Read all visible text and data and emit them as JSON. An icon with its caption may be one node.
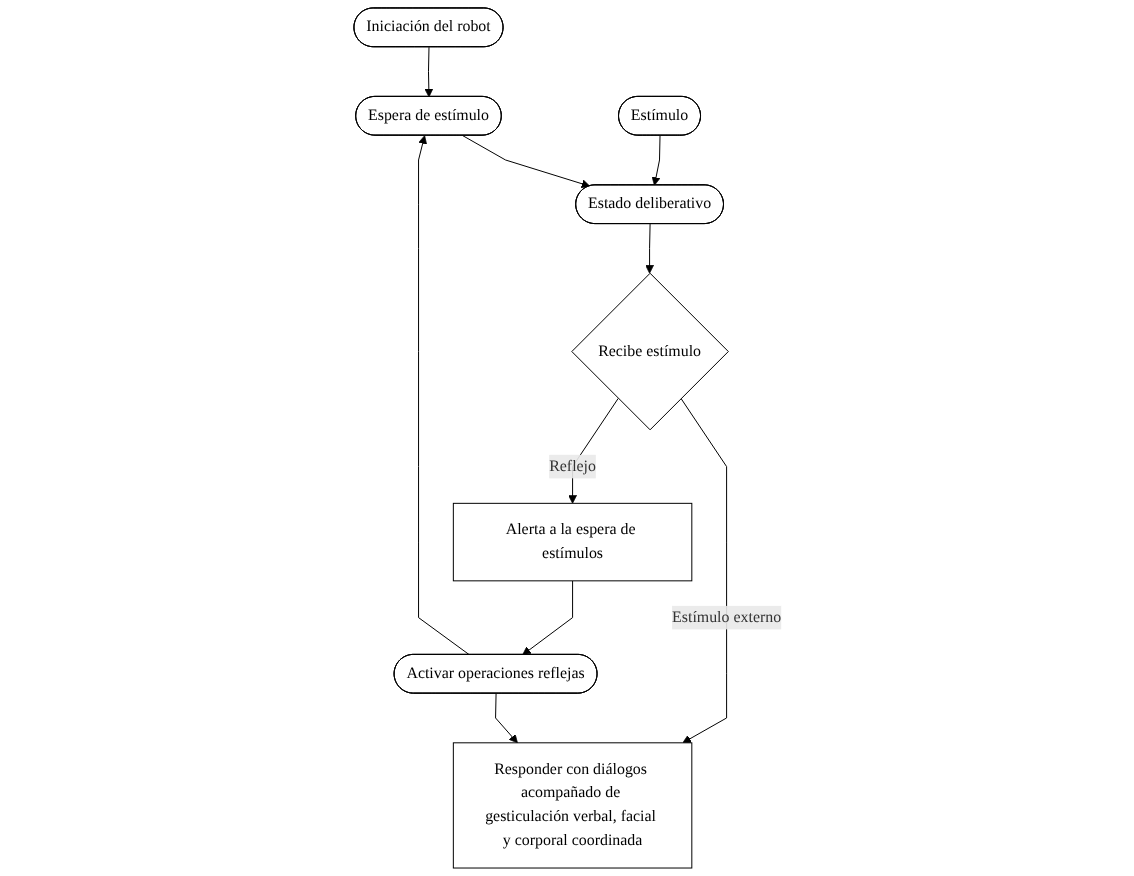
{
  "diagram": {
    "nodes": [
      {
        "text": [
          "Iniciación del robot"
        ]
      },
      {
        "text": [
          "Espera de estímulo"
        ]
      },
      {
        "text": [
          "Estímulo"
        ]
      },
      {
        "text": [
          "Estado deliberativo"
        ]
      },
      {
        "text": [
          "Recibe estímulo"
        ]
      },
      {
        "text": [
          "Responder con diálogos acompañado de gesticulación verbal, facial y corporal coordinada"
        ]
      },
      {
        "text": [
          "Alerta a la espera de estímulos"
        ]
      },
      {
        "text": [
          "Activar operaciones reflejas"
        ]
      }
    ],
    "edges": [
      {
        "from": 0,
        "to": 1,
        "arrow": "to"
      },
      {
        "from": 1,
        "to": 3,
        "arrow": "to"
      },
      {
        "from": 2,
        "to": 3,
        "arrow": "to"
      },
      {
        "from": 3,
        "to": 4,
        "arrow": "to"
      },
      {
        "from": 4,
        "to": 5,
        "arrow": "to",
        "label": "Estímulo externo"
      },
      {
        "from": 4,
        "to": 6,
        "arrow": "to",
        "label": "Reflejo"
      },
      {
        "from": 6,
        "to": 7,
        "arrow": "to"
      },
      {
        "from": 7,
        "to": 5,
        "arrow": "to"
      },
      {
        "from": 7,
        "to": 1,
        "arrow": "to"
      }
    ]
  }
}
